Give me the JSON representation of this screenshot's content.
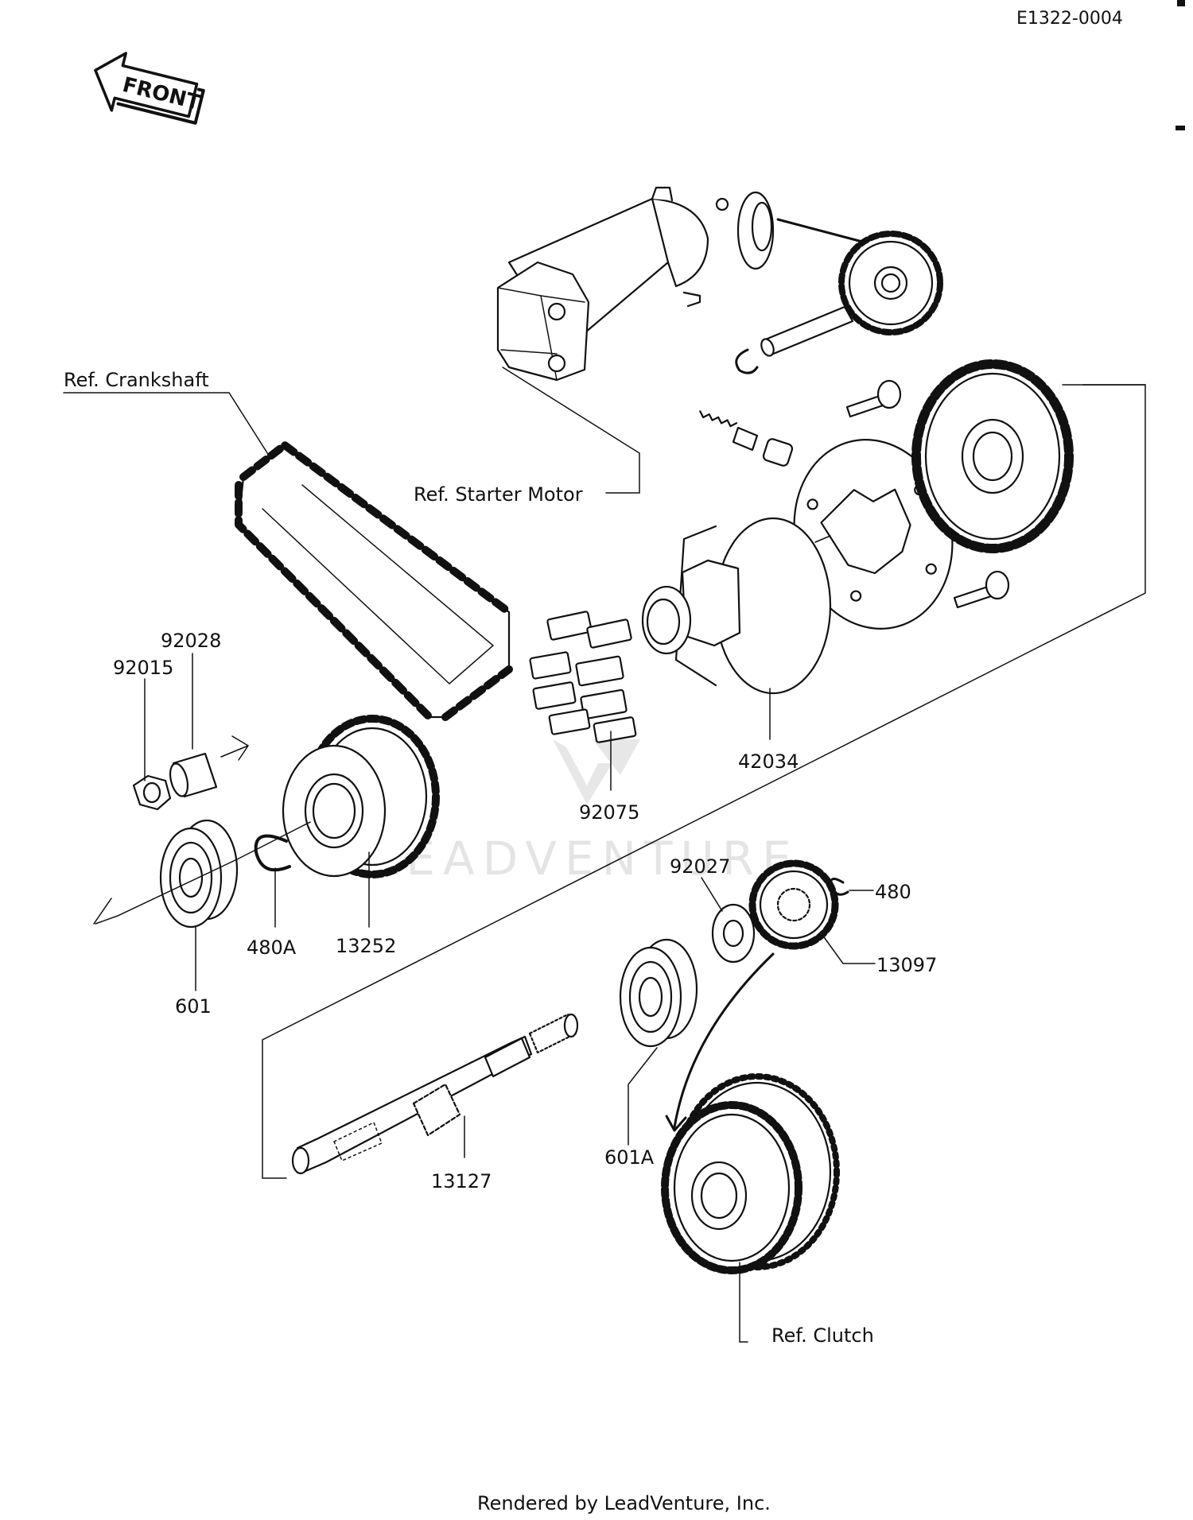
{
  "document_code": "E1322-0004",
  "front_indicator": "FRONT",
  "watermark": "LEADVENTURE",
  "footer": "Rendered by LeadVenture, Inc.",
  "reference_labels": {
    "crankshaft": "Ref. Crankshaft",
    "starter_motor": "Ref. Starter Motor",
    "clutch": "Ref. Clutch"
  },
  "part_numbers": {
    "p92028": "92028",
    "p92015": "92015",
    "p601": "601",
    "p480A": "480A",
    "p13252": "13252",
    "p92075": "92075",
    "p42034": "42034",
    "p92027": "92027",
    "p480": "480",
    "p13097": "13097",
    "p601A": "601A",
    "p13127": "13127"
  },
  "colors": {
    "ink": "#111111",
    "paper": "#ffffff",
    "watermark": "#cfcfcf"
  }
}
